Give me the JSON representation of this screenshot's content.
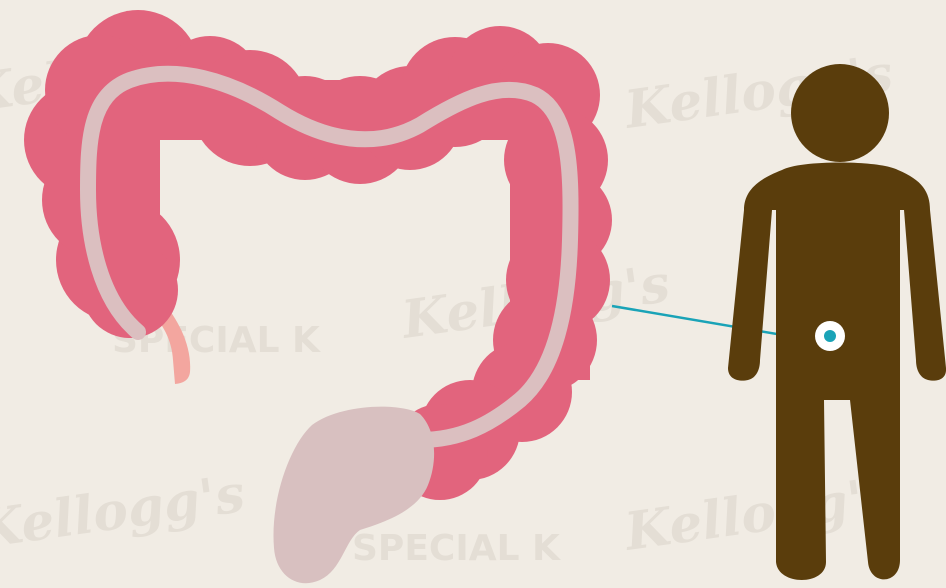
{
  "watermarks": {
    "brand_text": "Kellogg's",
    "product_text": "SPECIAL K"
  },
  "colors": {
    "background": "#f1ece4",
    "colon_outer": "#e2647d",
    "colon_track": "#dbbfc0",
    "appendix": "#f3a69f",
    "rectum": "#d8c0c0",
    "figure": "#5a3d0c",
    "pointer": "#1aa3b7"
  },
  "icons": {
    "organ": "large-intestine-illustration",
    "person": "person-silhouette-icon",
    "marker": "location-marker-icon"
  }
}
